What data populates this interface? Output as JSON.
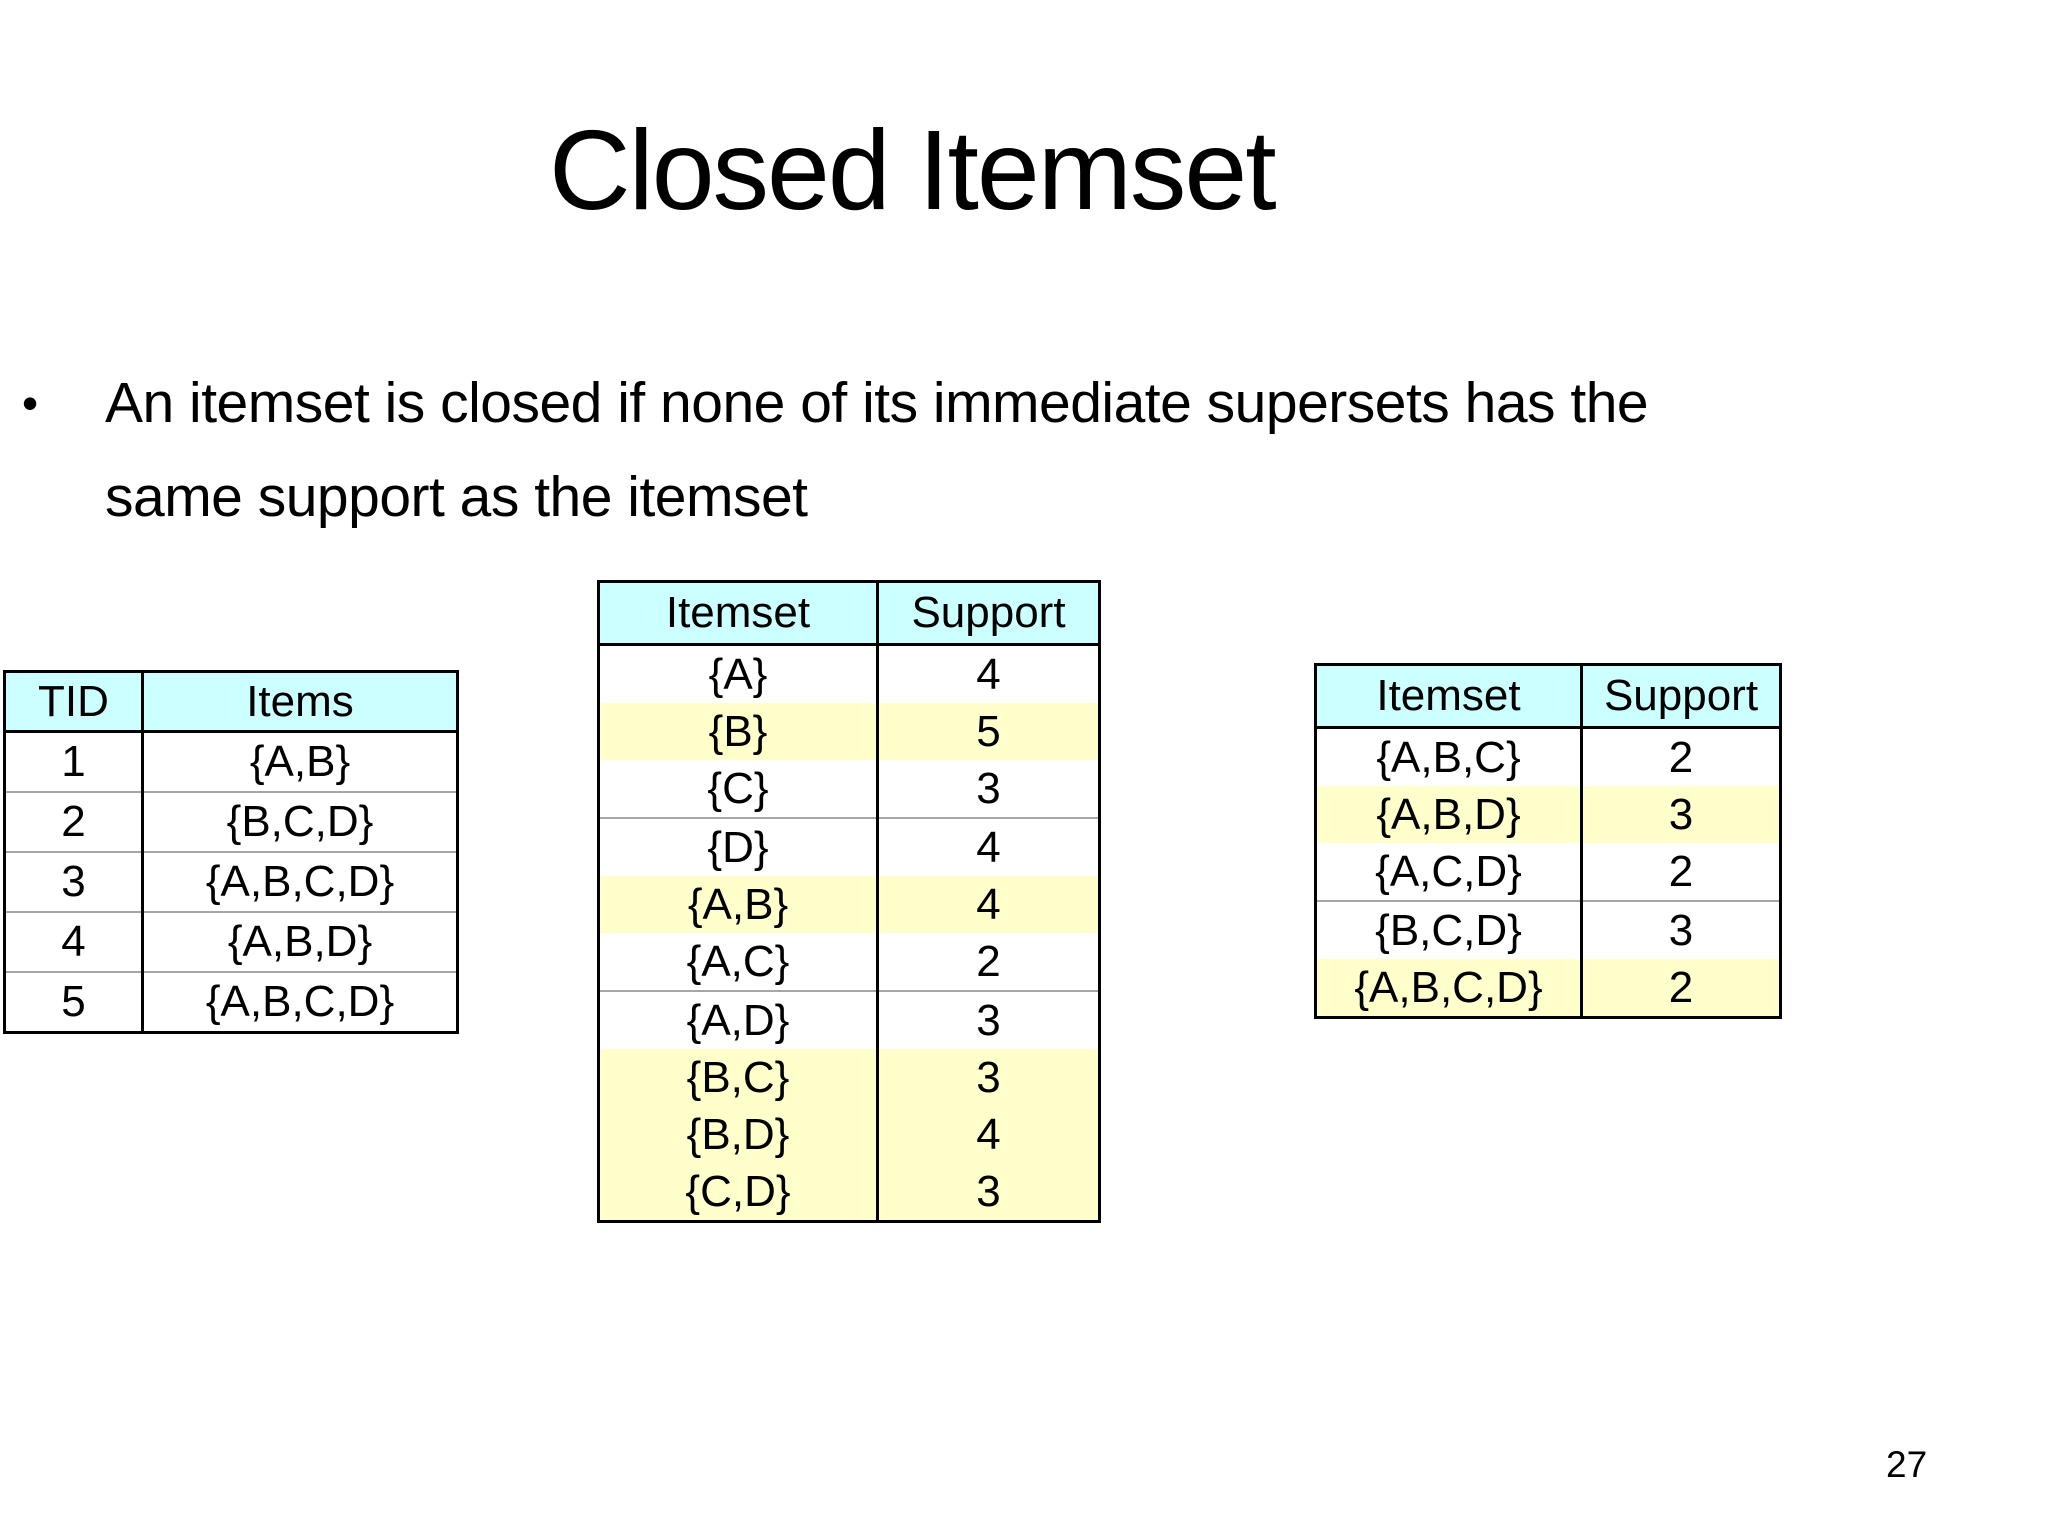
{
  "slide": {
    "title": "Closed Itemset",
    "bullet_lines": [
      "An itemset is closed if none of its immediate supersets has the",
      "same support as the itemset"
    ],
    "bullet_glyph": "•",
    "page_number": "27"
  },
  "colors": {
    "header_bg": "#CCFFFF",
    "highlight_bg": "#FFFFCC",
    "gridline": "#A6A6A6",
    "border": "#000000",
    "background": "#FFFFFF",
    "text": "#000000"
  },
  "transactions_table": {
    "headers": [
      "TID",
      "Items"
    ],
    "rows": [
      {
        "tid": "1",
        "items": "{A,B}"
      },
      {
        "tid": "2",
        "items": "{B,C,D}"
      },
      {
        "tid": "3",
        "items": "{A,B,C,D}"
      },
      {
        "tid": "4",
        "items": "{A,B,D}"
      },
      {
        "tid": "5",
        "items": "{A,B,C,D}"
      }
    ]
  },
  "itemset_support_table": {
    "headers": [
      "Itemset",
      "Support"
    ],
    "rows": [
      {
        "itemset": "{A}",
        "support": "4",
        "highlighted": false
      },
      {
        "itemset": "{B}",
        "support": "5",
        "highlighted": true
      },
      {
        "itemset": "{C}",
        "support": "3",
        "highlighted": false
      },
      {
        "itemset": "{D}",
        "support": "4",
        "highlighted": false
      },
      {
        "itemset": "{A,B}",
        "support": "4",
        "highlighted": true
      },
      {
        "itemset": "{A,C}",
        "support": "2",
        "highlighted": false
      },
      {
        "itemset": "{A,D}",
        "support": "3",
        "highlighted": false
      },
      {
        "itemset": "{B,C}",
        "support": "3",
        "highlighted": true
      },
      {
        "itemset": "{B,D}",
        "support": "4",
        "highlighted": true
      },
      {
        "itemset": "{C,D}",
        "support": "3",
        "highlighted": true
      }
    ]
  },
  "superset_support_table": {
    "headers": [
      "Itemset",
      "Support"
    ],
    "rows": [
      {
        "itemset": "{A,B,C}",
        "support": "2",
        "highlighted": false
      },
      {
        "itemset": "{A,B,D}",
        "support": "3",
        "highlighted": true
      },
      {
        "itemset": "{A,C,D}",
        "support": "2",
        "highlighted": false
      },
      {
        "itemset": "{B,C,D}",
        "support": "3",
        "highlighted": false
      },
      {
        "itemset": "{A,B,C,D}",
        "support": "2",
        "highlighted": true
      }
    ]
  }
}
